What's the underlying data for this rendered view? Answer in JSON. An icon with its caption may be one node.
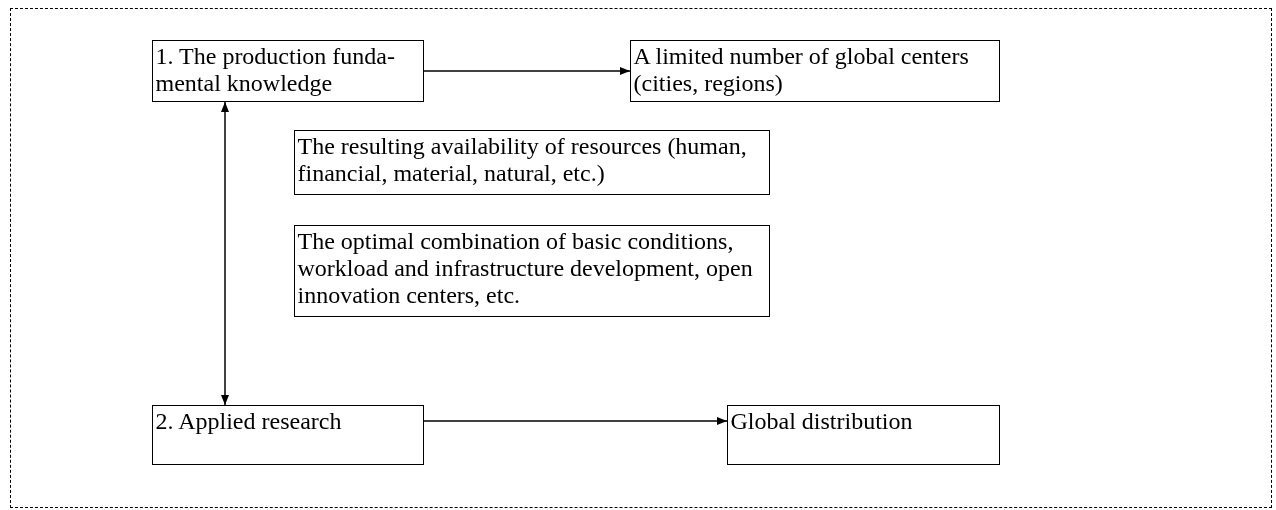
{
  "diagram": {
    "nodes": [
      {
        "text": [],
        "shape": "box"
      },
      {
        "text": [
          "1. The production funda- mental knowledge"
        ],
        "in": 0
      },
      {
        "text": [
          "A limited number of global centers (cities, regions)"
        ],
        "in": 0
      },
      {
        "text": [
          "The resulting availability of resources (human, financial, material, natural, etc.)"
        ],
        "in": 0
      },
      {
        "text": [
          "The optimal combination of basic conditions, workload and infrastructure development, open innovation centers, etc."
        ],
        "in": 0
      },
      {
        "text": [
          "2. Applied research"
        ],
        "in": 0
      },
      {
        "text": [
          "Global distribution"
        ],
        "in": 0
      }
    ],
    "edges": [
      {
        "from": 1,
        "to": 2,
        "arrow": "to"
      },
      {
        "from": 1,
        "to": 5,
        "arrow": "both"
      },
      {
        "from": 5,
        "to": 6,
        "arrow": "to"
      }
    ]
  }
}
